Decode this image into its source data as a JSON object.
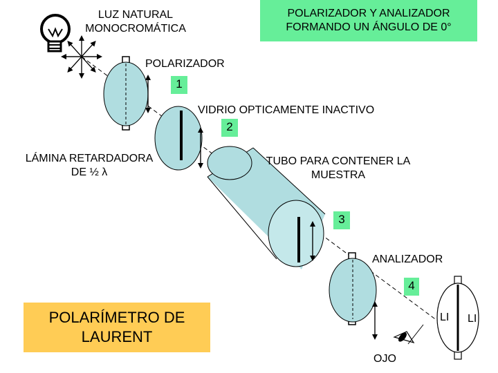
{
  "labels": {
    "light_source": [
      "LUZ NATURAL",
      "MONOCROMÁTICA"
    ],
    "angle_note": [
      "POLARIZADOR Y ANALIZADOR",
      "FORMANDO UN ÁNGULO DE 0°"
    ],
    "polarizer": "POLARIZADOR",
    "inactive_glass": "VIDRIO OPTICAMENTE INACTIVO",
    "retarder_plate": [
      "LÁMINA RETARDADORA",
      "DE ½ λ"
    ],
    "sample_tube": [
      "TUBO PARA CONTENER LA",
      "MUESTRA"
    ],
    "analyzer": "ANALIZADOR",
    "eye": "OJO",
    "field_left": "LI",
    "field_right": "LI"
  },
  "numbers": [
    "1",
    "2",
    "3",
    "4"
  ],
  "title": [
    "POLARÍMETRO DE",
    "LAURENT"
  ],
  "colors": {
    "label_box": "#66ee99",
    "title_box": "#ffcc55",
    "optics_fill": "#b0dde0",
    "stroke": "#000000"
  }
}
